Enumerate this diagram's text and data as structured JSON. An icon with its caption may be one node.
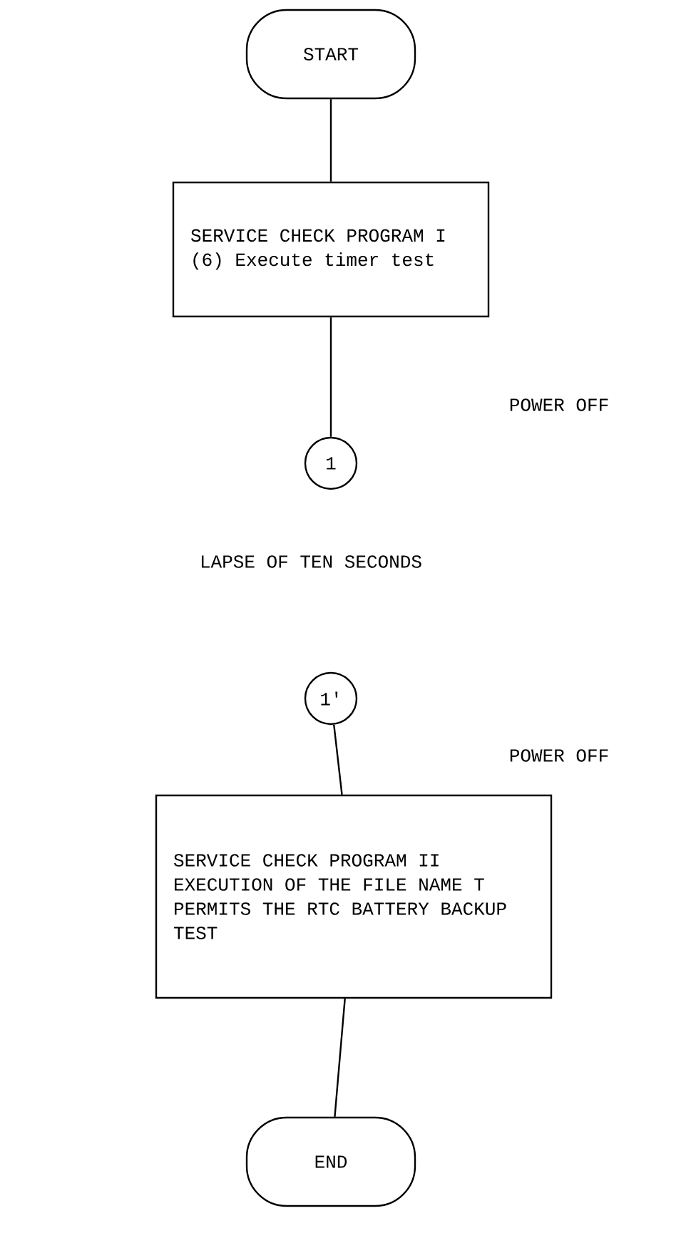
{
  "diagram": {
    "nodes": [
      {
        "text": [
          "START"
        ]
      },
      {
        "text": [
          "SERVICE CHECK PROGRAM I",
          "(6) Execute timer test"
        ]
      },
      {
        "text": [
          "1"
        ]
      },
      {
        "text": [
          "1'"
        ]
      },
      {
        "text": [
          "SERVICE CHECK PROGRAM II",
          "EXECUTION OF THE FILE NAME T PERMITS THE RTC BATTERY BACKUP TEST"
        ]
      },
      {
        "text": [
          "END"
        ]
      }
    ],
    "edges": [
      {
        "from": 0,
        "to": 1,
        "arrow": "none"
      },
      {
        "from": 1,
        "to": 2,
        "arrow": "none"
      },
      {
        "from": 3,
        "to": 4,
        "arrow": "none"
      },
      {
        "from": 4,
        "to": 5,
        "arrow": "none"
      }
    ],
    "labels": [
      "POWER OFF",
      "LAPSE OF TEN SECONDS",
      "POWER OFF"
    ]
  }
}
